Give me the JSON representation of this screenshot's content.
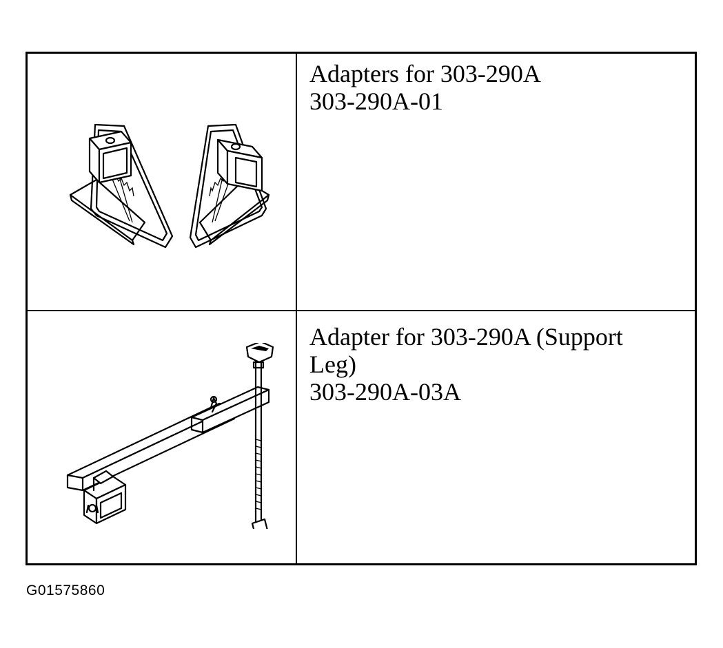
{
  "rows": [
    {
      "name": "Adapters for 303-290A",
      "part_number": "303-290A-01",
      "icon": "bracket-adapters-pair-icon"
    },
    {
      "name_line1": "Adapter for 303-290A (Support",
      "name_line2": "Leg)",
      "part_number": "303-290A-03A",
      "icon": "support-leg-adapter-icon"
    }
  ],
  "figure_id": "G01575860"
}
